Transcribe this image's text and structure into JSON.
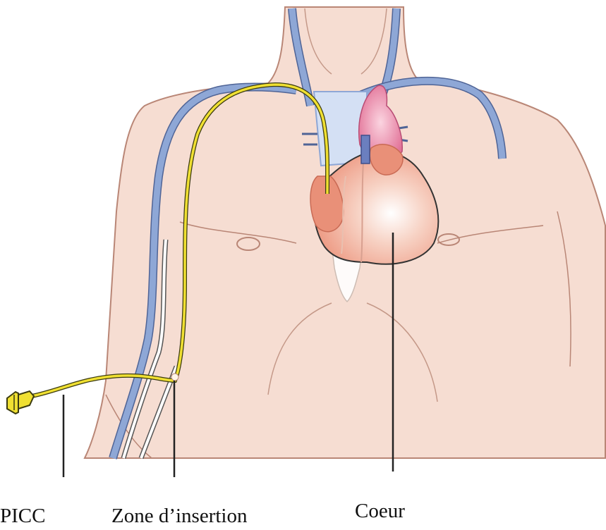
{
  "labels": {
    "picc": "PICC",
    "insertion": "Zone d’insertion",
    "heart": "Coeur"
  },
  "colors": {
    "skin": "#f6ddd2",
    "skin_outline": "#b98676",
    "vein": "#8ea7d6",
    "vein_outline": "#4f6496",
    "catheter": "#f0e032",
    "catheter_outline": "#3b3b10",
    "heart": "#f6c6b6",
    "heart_highlight": "#ffffff",
    "aorta": "#e8799c",
    "atrium": "#e99078",
    "leader_line": "#222222"
  }
}
